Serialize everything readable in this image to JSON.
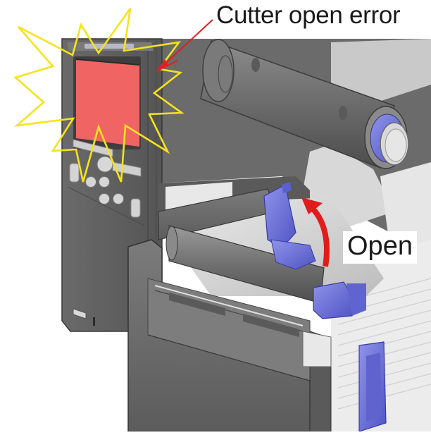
{
  "figure": {
    "subject": "Label printer with cutter unit, open-lever operation",
    "callouts": {
      "error_label": "Cutter open error",
      "action_label": "Open"
    },
    "annotations": {
      "error_burst": {
        "shape": "starburst",
        "color": "#f2e21a",
        "target": "operator-panel-display"
      },
      "leader_arrow": {
        "color": "#e02020",
        "from": "error_label",
        "to": "operator-panel-display"
      },
      "motion_arrow": {
        "color": "#e21b1b",
        "direction": "curved-up",
        "meaning": "lift lever to open"
      }
    },
    "colors": {
      "body_dark": "#5e5e5e",
      "body_mid": "#7a7a7a",
      "body_light": "#cfcfcf",
      "highlight_parts": "#6a6fd6",
      "display_error": "#f06464",
      "burst_outline": "#f5e31c",
      "arrow_red": "#e21b1b"
    },
    "operator_panel": {
      "display_state": "error (red backlight)",
      "buttons_visible": 8
    }
  }
}
